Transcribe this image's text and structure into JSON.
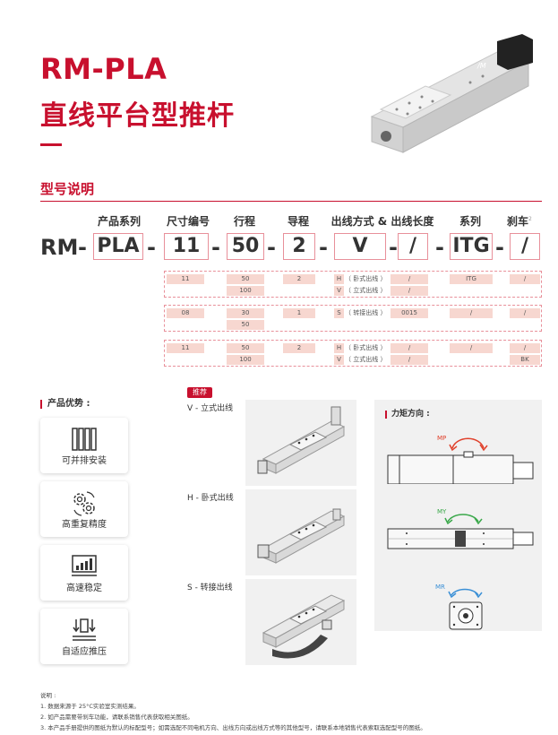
{
  "header": {
    "model": "RM-PLA",
    "name": "直线平台型推杆"
  },
  "section": {
    "title": "型号说明"
  },
  "model_code": {
    "prefix": "RM",
    "columns": [
      {
        "label": "产品系列",
        "value": "PLA"
      },
      {
        "label": "尺寸编号",
        "value": "11"
      },
      {
        "label": "行程",
        "value": "50"
      },
      {
        "label": "导程",
        "value": "2"
      },
      {
        "label": "出线方式 & 出线长度",
        "value_a": "V",
        "value_b": "/"
      },
      {
        "label": "系列",
        "value": "ITG"
      },
      {
        "label": "刹车",
        "value": "/"
      }
    ],
    "dash": "-",
    "marker": "2"
  },
  "option_groups": [
    {
      "rows": [
        {
          "size": "11",
          "stroke": "50",
          "lead": "2",
          "out_code": "H",
          "out_desc": "（ 卧式出线 ）",
          "length": "/",
          "series": "ITG",
          "brake": "/"
        },
        {
          "stroke": "100",
          "out_code": "V",
          "out_desc": "（ 立式出线 ）",
          "length": "/"
        }
      ]
    },
    {
      "rows": [
        {
          "size": "08",
          "stroke": "30",
          "lead": "1",
          "out_code": "S",
          "out_desc": "（ 转接出线 ）",
          "length": "0015",
          "series": "/",
          "brake": "/"
        },
        {
          "stroke": "50"
        }
      ]
    },
    {
      "rows": [
        {
          "size": "11",
          "stroke": "50",
          "lead": "2",
          "out_code": "H",
          "out_desc": "（ 卧式出线 ）",
          "length": "/",
          "series": "/",
          "brake": "/"
        },
        {
          "stroke": "100",
          "out_code": "V",
          "out_desc": "（ 立式出线 ）",
          "length": "/",
          "brake": "BK"
        }
      ]
    }
  ],
  "advantages": {
    "title": "产品优势 :",
    "items": [
      {
        "label": "可并排安装",
        "icon": "parallel-bars-icon"
      },
      {
        "label": "高重复精度",
        "icon": "gears-icon"
      },
      {
        "label": "高速稳定",
        "icon": "chart-monitor-icon"
      },
      {
        "label": "自适应推压",
        "icon": "push-arrows-icon"
      }
    ]
  },
  "outlet_options": {
    "badge": "推荐",
    "items": [
      {
        "label": "V - 立式出线"
      },
      {
        "label": "H - 卧式出线"
      },
      {
        "label": "S - 转接出线"
      }
    ]
  },
  "moment": {
    "title": "力矩方向 :",
    "items": [
      {
        "label": "MP",
        "color": "#e0402b"
      },
      {
        "label": "MY",
        "color": "#3aa84a"
      },
      {
        "label": "MR",
        "color": "#3a8fd6"
      }
    ]
  },
  "notes": {
    "title": "说明 :",
    "lines": [
      "1.  数据来源于 25°C实验室实测结果。",
      "2.  如产品需要带刹车功能，请联系销售代表获取相关图纸。",
      "3.  本产品手册提供的图纸为默认的标配型号；如需选配不同电机方向、出线方向或出线方式等的其他型号，请联系本地销售代表索取选配型号的图纸。"
    ]
  },
  "colors": {
    "accent": "#c8102e",
    "cell": "#f7d7d0"
  }
}
